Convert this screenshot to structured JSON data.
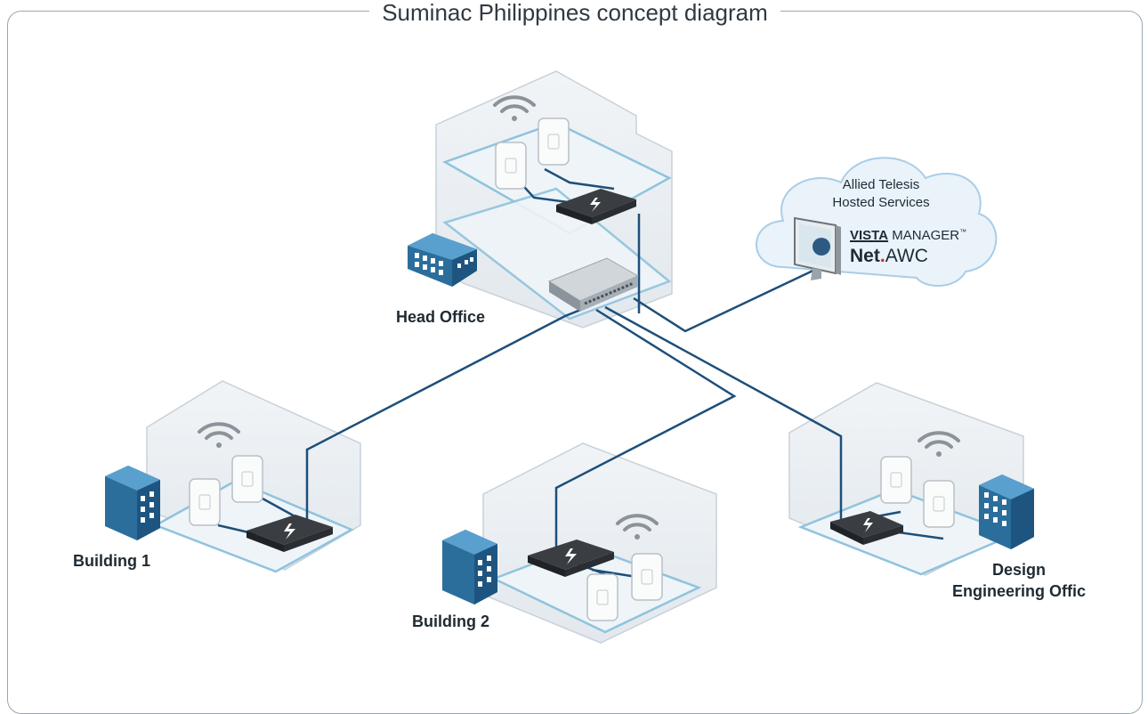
{
  "title": "Suminac Philippines concept diagram",
  "sites": {
    "head_office": "Head Office",
    "building_1": "Building 1",
    "building_2": "Building 2",
    "design_engineering_line1": "Design",
    "design_engineering_line2": "Engineering Offic"
  },
  "cloud": {
    "line1": "Allied Telesis",
    "line2": "Hosted Services",
    "vista_brand": "VISTA",
    "vista_rest": " MANAGER",
    "vista_tm": "™",
    "net": "Net",
    "dot": ".",
    "awc": "AWC"
  },
  "colors": {
    "link": "#1d4f7a",
    "zone_fill": "#e9eef2",
    "zone_stroke": "#c2ccd5",
    "floor_stroke": "#8fc3dd",
    "building": "#2b6e9c",
    "switch_dark": "#2a2d31",
    "core_switch": "#c9ced3"
  }
}
